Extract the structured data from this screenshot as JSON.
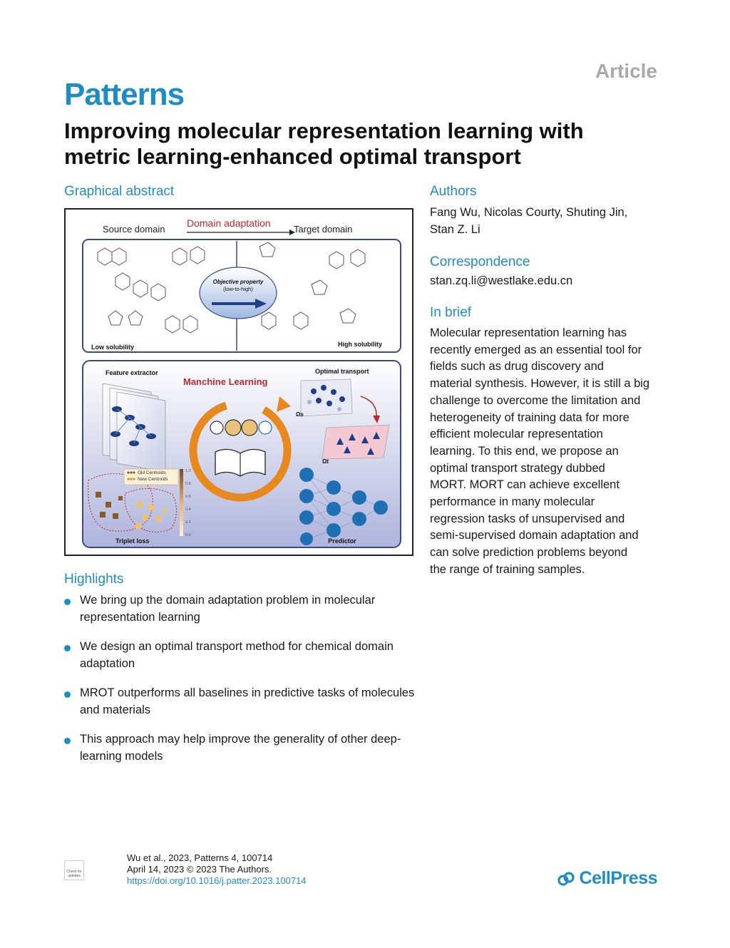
{
  "header": {
    "article_label": "Article",
    "journal": "Patterns",
    "title_line1": "Improving molecular representation learning with",
    "title_line2": "metric learning-enhanced optimal transport"
  },
  "graphical_abstract": {
    "heading": "Graphical abstract",
    "domain_adaptation": "Domain adaptation",
    "source_domain": "Source domain",
    "target_domain": "Target domain",
    "objective_property": "Objective property",
    "low_to_high": "(low-to-high)",
    "low_solubility": "Low solubility",
    "high_solubility": "High solubility",
    "feature_extractor": "Feature extractor",
    "machine_learning": "Manchine Learning",
    "optimal_transport": "Optimal transport",
    "omega_s": "Ωs",
    "omega_t": "Ωt",
    "old_centroids": "Old Centroids",
    "new_centroids": "New Centroids",
    "triplet_loss": "Triplet loss",
    "predictor": "Predictor",
    "colorbar_ticks": [
      "1.0",
      "0.8",
      "0.6",
      "0.4",
      "0.2",
      "0.0"
    ],
    "colors": {
      "red": "#c0282d",
      "orange": "#e8891f",
      "navy": "#1c3f86",
      "blue": "#1f6fb5"
    }
  },
  "highlights": {
    "heading": "Highlights",
    "items": [
      "We bring up the domain adaptation problem in molecular representation learning",
      "We design an optimal transport method for chemical domain adaptation",
      "MROT outperforms all baselines in predictive tasks of molecules and materials",
      "This approach may help improve the generality of other deep-learning models"
    ]
  },
  "authors": {
    "heading": "Authors",
    "line1": "Fang Wu, Nicolas Courty, Shuting Jin,",
    "line2": "Stan Z. Li"
  },
  "correspondence": {
    "heading": "Correspondence",
    "email": "stan.zq.li@westlake.edu.cn"
  },
  "in_brief": {
    "heading": "In brief",
    "lines": [
      "Molecular representation learning has",
      "recently emerged as an essential tool for",
      "fields such as drug discovery and",
      "material synthesis. However, it is still a big",
      "challenge to overcome the limitation and",
      "heterogeneity of training data for more",
      "efficient molecular representation",
      "learning. To this end, we propose an",
      "optimal transport strategy dubbed",
      "MORT. MORT can achieve excellent",
      "performance in many molecular",
      "regression tasks of unsupervised and",
      "semi-supervised domain adaptation and",
      "can solve prediction problems beyond",
      "the range of training samples."
    ]
  },
  "footer": {
    "citation": "Wu et al., 2023, Patterns 4, 100714",
    "date": "April 14, 2023 © 2023 The Authors.",
    "doi": "https://doi.org/10.1016/j.patter.2023.100714",
    "publisher": "CellPress",
    "check_updates": "Check for updates"
  }
}
